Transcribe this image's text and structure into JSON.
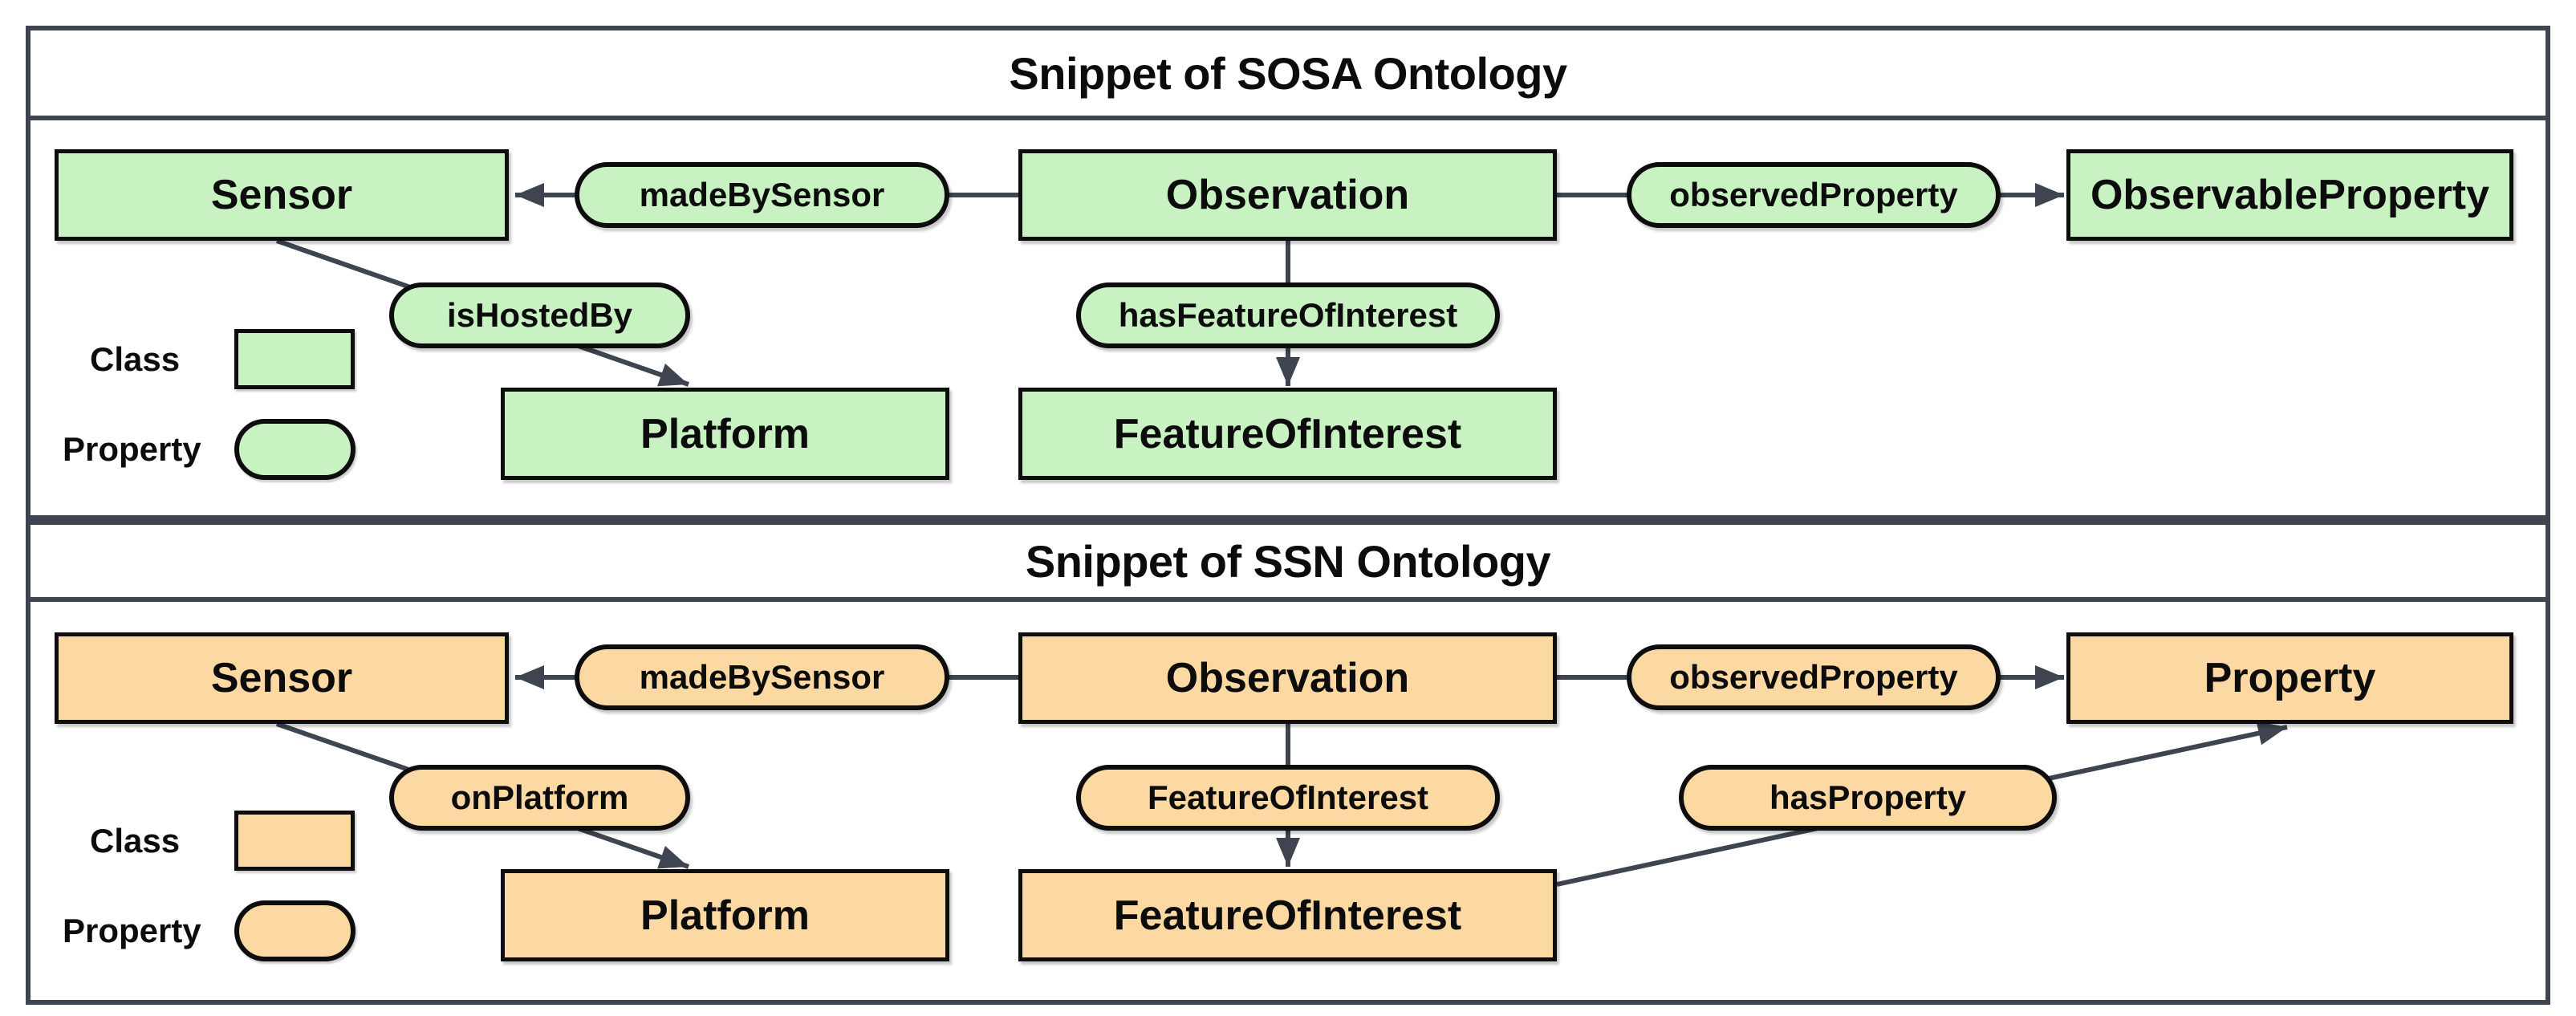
{
  "diagram": {
    "colors": {
      "sosa_fill": "#c9f2c3",
      "ssn_fill": "#fcd8a2",
      "frame_and_arrow": "#3e4450",
      "node_border": "#0d0d0d"
    },
    "sosa": {
      "title": "Snippet of SOSA Ontology",
      "nodes": {
        "sensor": "Sensor",
        "observation": "Observation",
        "observable_property": "ObservableProperty",
        "platform": "Platform",
        "feature_of_interest": "FeatureOfInterest"
      },
      "edges": [
        {
          "from": "Observation",
          "via": "madeBySensor",
          "to": "Sensor"
        },
        {
          "from": "Observation",
          "via": "observedProperty",
          "to": "ObservableProperty"
        },
        {
          "from": "Observation",
          "via": "hasFeatureOfInterest",
          "to": "FeatureOfInterest"
        },
        {
          "from": "Sensor",
          "via": "isHostedBy",
          "to": "Platform"
        }
      ],
      "legend": {
        "class_label": "Class",
        "property_label": "Property"
      }
    },
    "ssn": {
      "title": "Snippet of SSN Ontology",
      "nodes": {
        "sensor": "Sensor",
        "observation": "Observation",
        "property": "Property",
        "platform": "Platform",
        "feature_of_interest": "FeatureOfInterest"
      },
      "edges": [
        {
          "from": "Observation",
          "via": "madeBySensor",
          "to": "Sensor"
        },
        {
          "from": "Observation",
          "via": "observedProperty",
          "to": "Property"
        },
        {
          "from": "Observation",
          "via": "FeatureOfInterest",
          "to": "FeatureOfInterest"
        },
        {
          "from": "Sensor",
          "via": "onPlatform",
          "to": "Platform"
        },
        {
          "from": "FeatureOfInterest",
          "via": "hasProperty",
          "to": "Property"
        }
      ],
      "legend": {
        "class_label": "Class",
        "property_label": "Property"
      }
    }
  }
}
